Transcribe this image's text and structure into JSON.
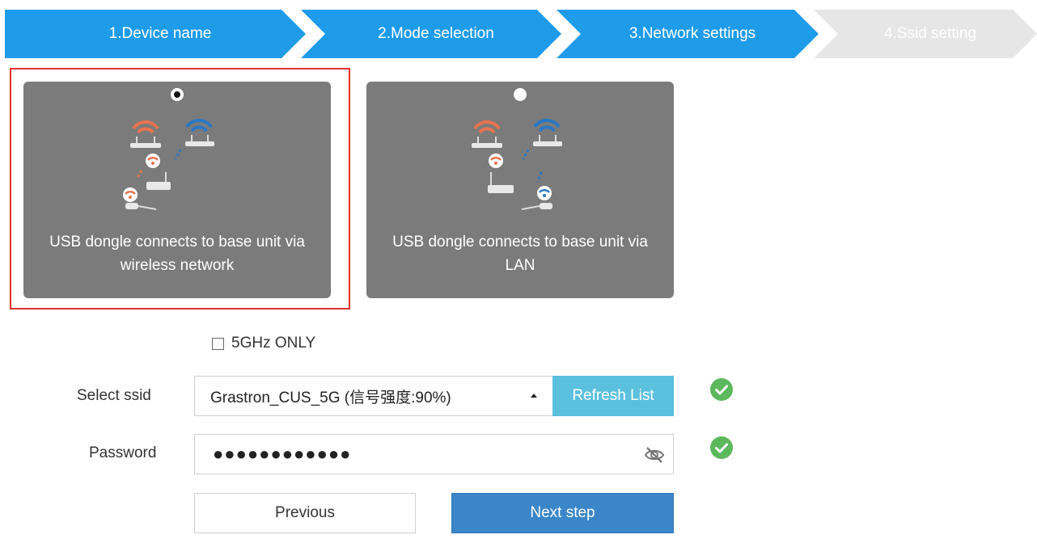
{
  "steps": [
    {
      "label": "1.Device name",
      "state": "done"
    },
    {
      "label": "2.Mode selection",
      "state": "done"
    },
    {
      "label": "3.Network settings",
      "state": "done"
    },
    {
      "label": "4.Ssid setting",
      "state": "todo"
    }
  ],
  "modes": [
    {
      "caption_line1": "USB dongle connects to base unit via",
      "caption_line2": "wireless network",
      "selected": true
    },
    {
      "caption_line1": "USB dongle connects to base unit via",
      "caption_line2": "LAN",
      "selected": false
    }
  ],
  "five_ghz": {
    "label": "5GHz ONLY",
    "checked": false
  },
  "ssid": {
    "label": "Select ssid",
    "value": "Grastron_CUS_5G (信号强度:90%)",
    "refresh_label": "Refresh List"
  },
  "password": {
    "label": "Password",
    "value": "●●●●●●●●●●●●"
  },
  "buttons": {
    "previous": "Previous",
    "next": "Next step"
  },
  "colors": {
    "step_active": "#1e9be9",
    "step_inactive": "#e6e6e6",
    "card_bg": "#7b7b7b",
    "highlight": "#e0322e",
    "refresh": "#5bc0de",
    "next": "#3a86c8",
    "ok": "#5cb85c"
  }
}
